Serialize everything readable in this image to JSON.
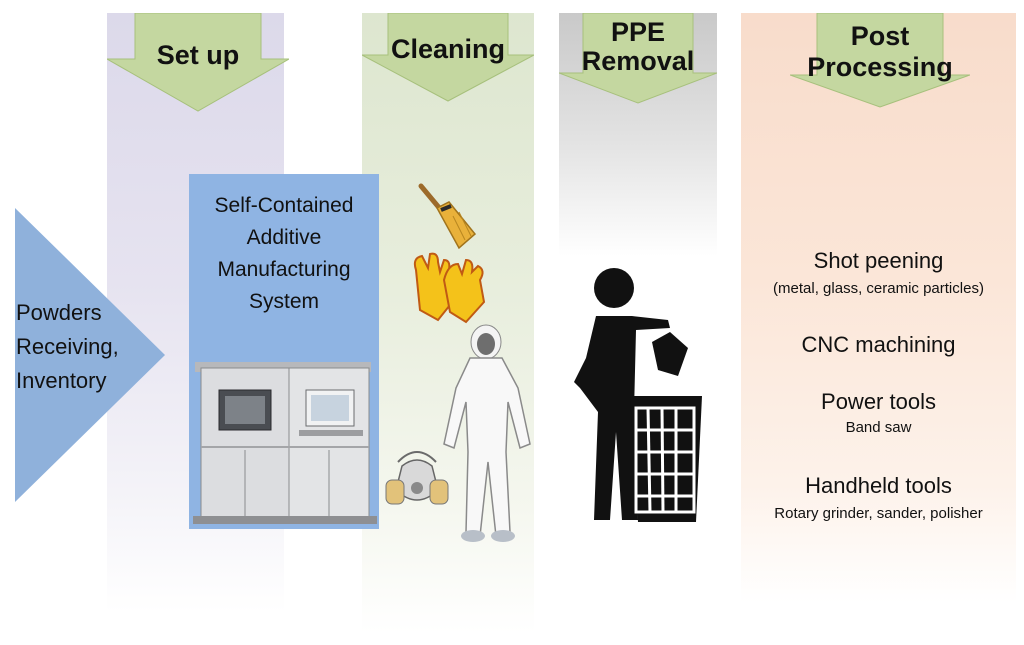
{
  "stages": {
    "setup": "Set up",
    "cleaning": "Cleaning",
    "ppe_removal": [
      "PPE",
      "Removal"
    ],
    "post_processing": [
      "Post",
      "Processing"
    ]
  },
  "powders": [
    "Powders",
    "Receiving,",
    "Inventory"
  ],
  "am_system": [
    "Self-Contained",
    "Additive",
    "Manufacturing",
    "System"
  ],
  "post_items": {
    "shot_peening": {
      "title": "Shot peening",
      "detail": "(metal, glass, ceramic particles)"
    },
    "cnc": {
      "title": "CNC machining"
    },
    "power_tools": {
      "title": "Power tools",
      "detail": "Band saw"
    },
    "handheld_tools": {
      "title": "Handheld tools",
      "detail": "Rotary grinder, sander, polisher"
    }
  },
  "colors": {
    "arrow_green": "#c4d7a0",
    "arrow_blue": "#8fb1db",
    "am_box": "#8fb4e3"
  },
  "icons": [
    "broom-icon",
    "gloves-icon",
    "coverall-suit-icon",
    "respirator-mask-icon",
    "trash-disposal-icon",
    "am-machine-image"
  ]
}
